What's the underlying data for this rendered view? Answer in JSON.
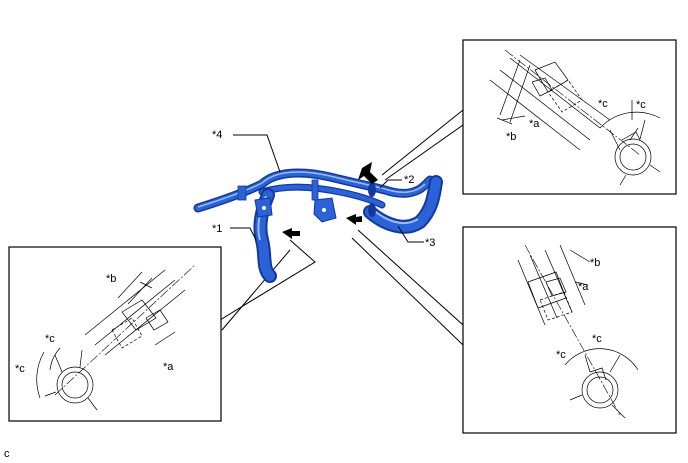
{
  "callouts": {
    "c1": "*1",
    "c2": "*2",
    "c3": "*3",
    "c4": "*4"
  },
  "detail_labels": {
    "a": "*a",
    "b": "*b",
    "c": "*c"
  },
  "footer_code": "c",
  "colors": {
    "hose": "#2b62d8",
    "hose_dark": "#123a9c",
    "hose_light": "#9bbcf3",
    "line": "#000000"
  }
}
